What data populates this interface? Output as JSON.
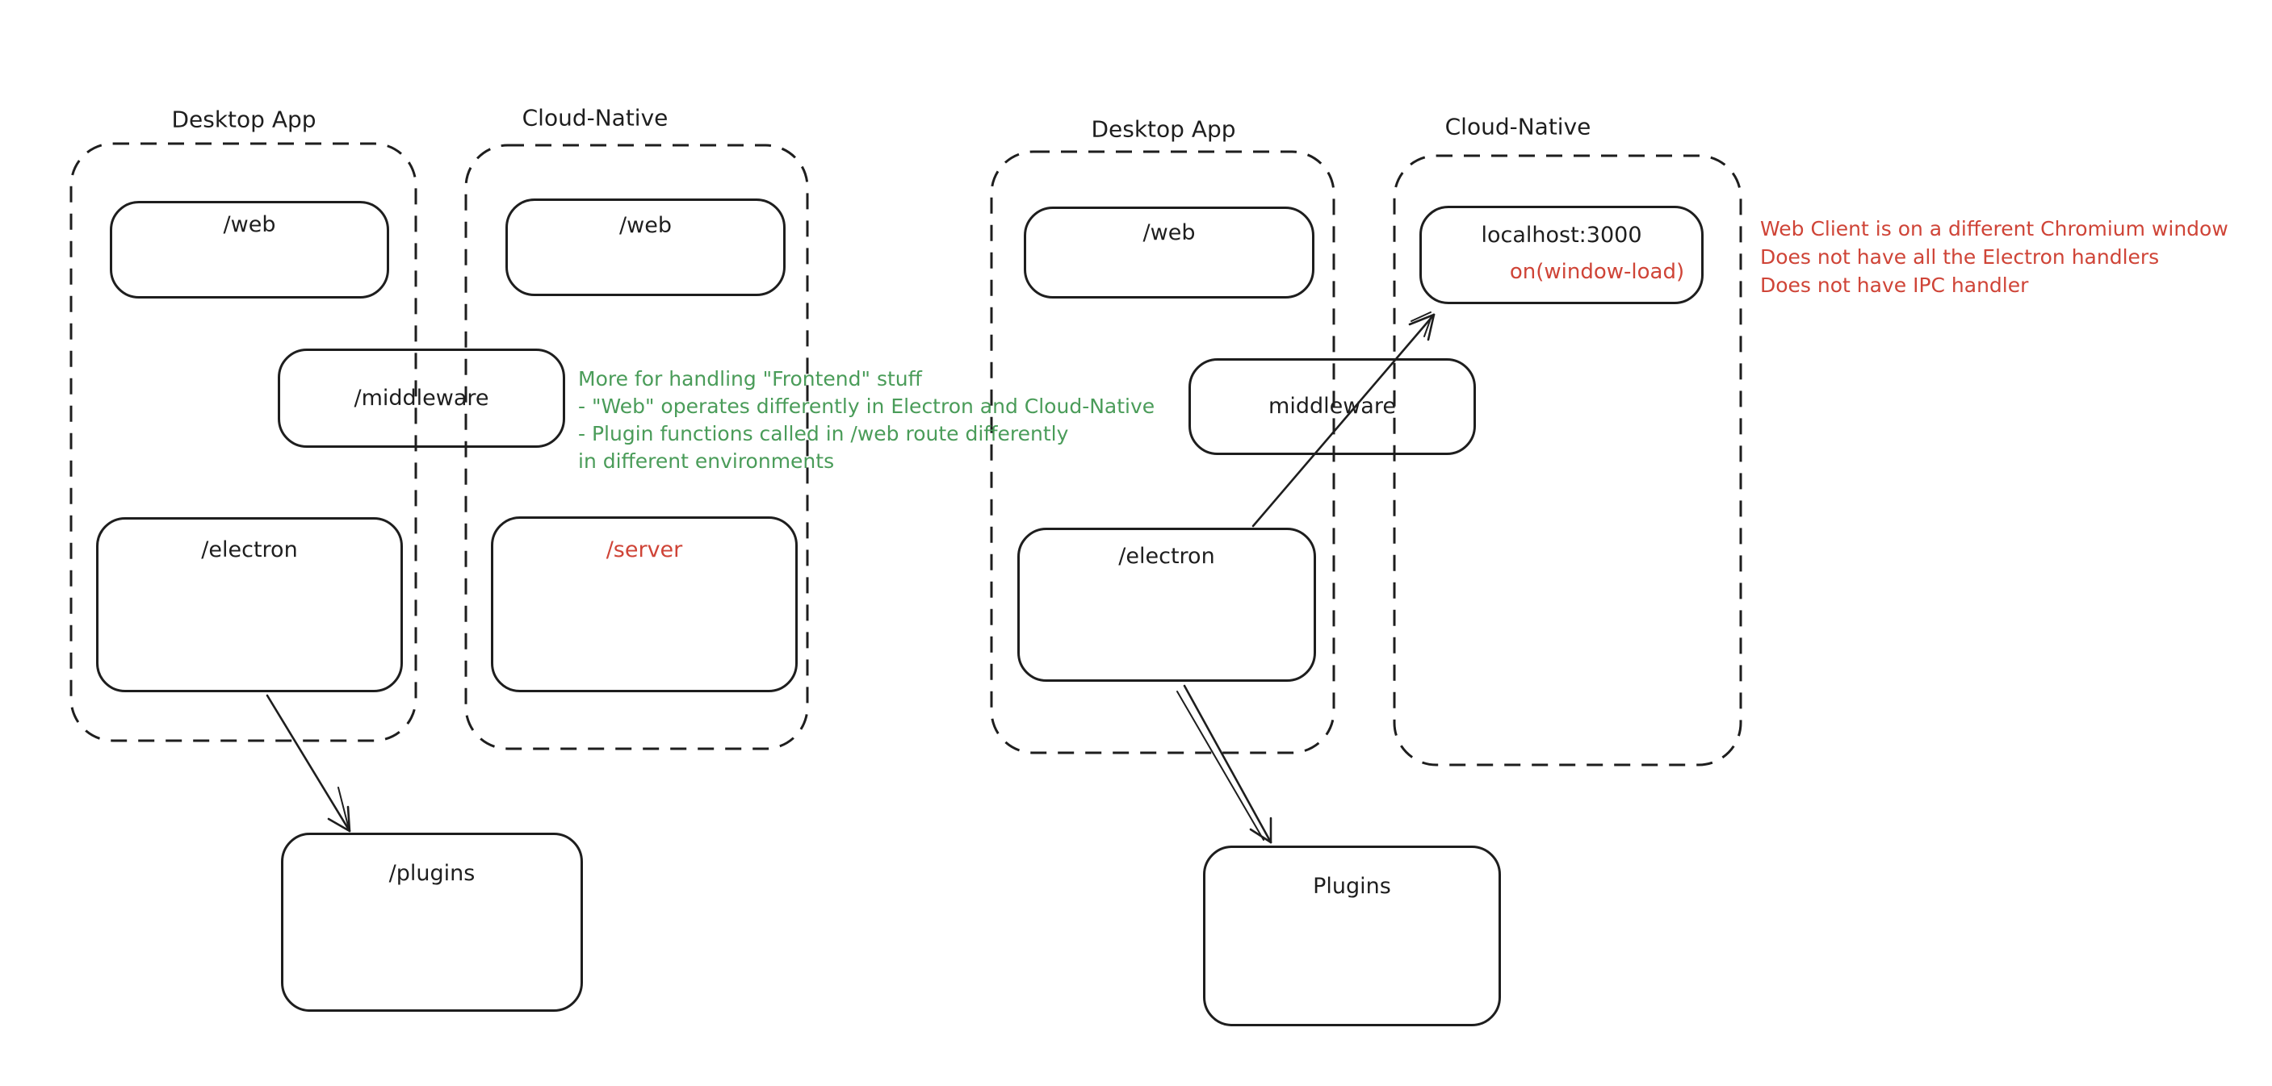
{
  "colors": {
    "ink": "#1e1e1e",
    "green": "#4a9c59",
    "red": "#cf4437",
    "background": "#ffffff"
  },
  "left_diagram": {
    "desktop_group": "Desktop App",
    "cloud_group": "Cloud-Native",
    "nodes": {
      "web_desktop": "/web",
      "web_cloud": "/web",
      "middleware": "/middleware",
      "electron": "/electron",
      "server": "/server",
      "plugins": "/plugins"
    }
  },
  "right_diagram": {
    "desktop_group": "Desktop App",
    "cloud_group": "Cloud-Native",
    "nodes": {
      "web": "/web",
      "localhost": "localhost:3000",
      "window_load": "on(window-load)",
      "middleware": "middleware",
      "electron": "/electron",
      "plugins": "Plugins"
    }
  },
  "annotations": {
    "green_note": [
      "More for handling \"Frontend\" stuff",
      "- \"Web\" operates differently in Electron and Cloud-Native",
      "- Plugin functions called in /web route differently",
      "in different environments"
    ],
    "red_note": [
      "Web Client is on a different Chromium window",
      "Does not have all the Electron handlers",
      "Does not have IPC handler"
    ]
  }
}
